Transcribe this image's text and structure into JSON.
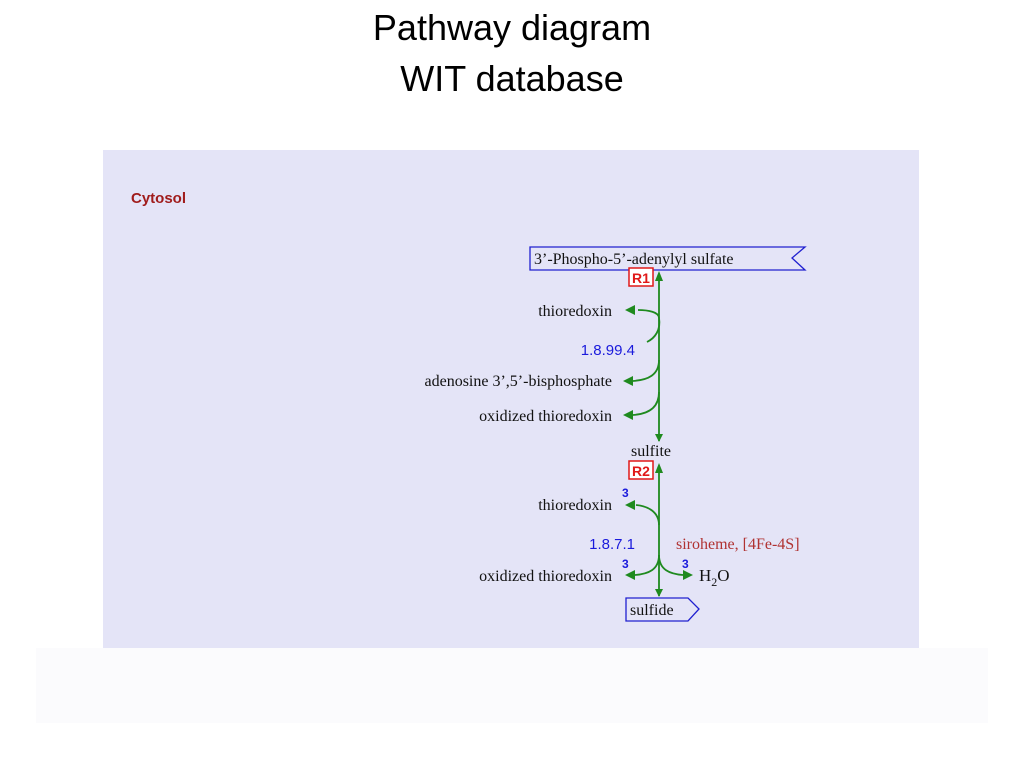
{
  "slide": {
    "title_line_1": "Pathway diagram",
    "title_line_2": "WIT database"
  },
  "diagram": {
    "compartment": "Cytosol",
    "start_compound": "3’-Phospho-5’-adenylyl sulfate",
    "intermediate": "sulfite",
    "end_compound": "sulfide",
    "reaction_1": {
      "label": "R1",
      "enzyme": "1.8.99.4",
      "inputs": [
        "thioredoxin"
      ],
      "outputs": [
        "adenosine 3’,5’-bisphosphate",
        "oxidized thioredoxin"
      ]
    },
    "reaction_2": {
      "label": "R2",
      "enzyme": "1.8.7.1",
      "cofactors": "siroheme, [4Fe-4S]",
      "input": "thioredoxin",
      "input_stoich": "3",
      "output": "oxidized thioredoxin",
      "output_stoich": "3",
      "water_stoich": "3",
      "water": {
        "h": "H",
        "sub": "2",
        "o": "O"
      }
    }
  },
  "colors": {
    "panel_bg": "#e4e4f7",
    "arrow": "#1f8a1f",
    "enzyme": "#1a1adc",
    "reaction_box": "#e01818",
    "compartment": "#a01c1c",
    "cofactor": "#b03232",
    "compound_box": "#2020d0",
    "stoich": "#1a1adc"
  }
}
